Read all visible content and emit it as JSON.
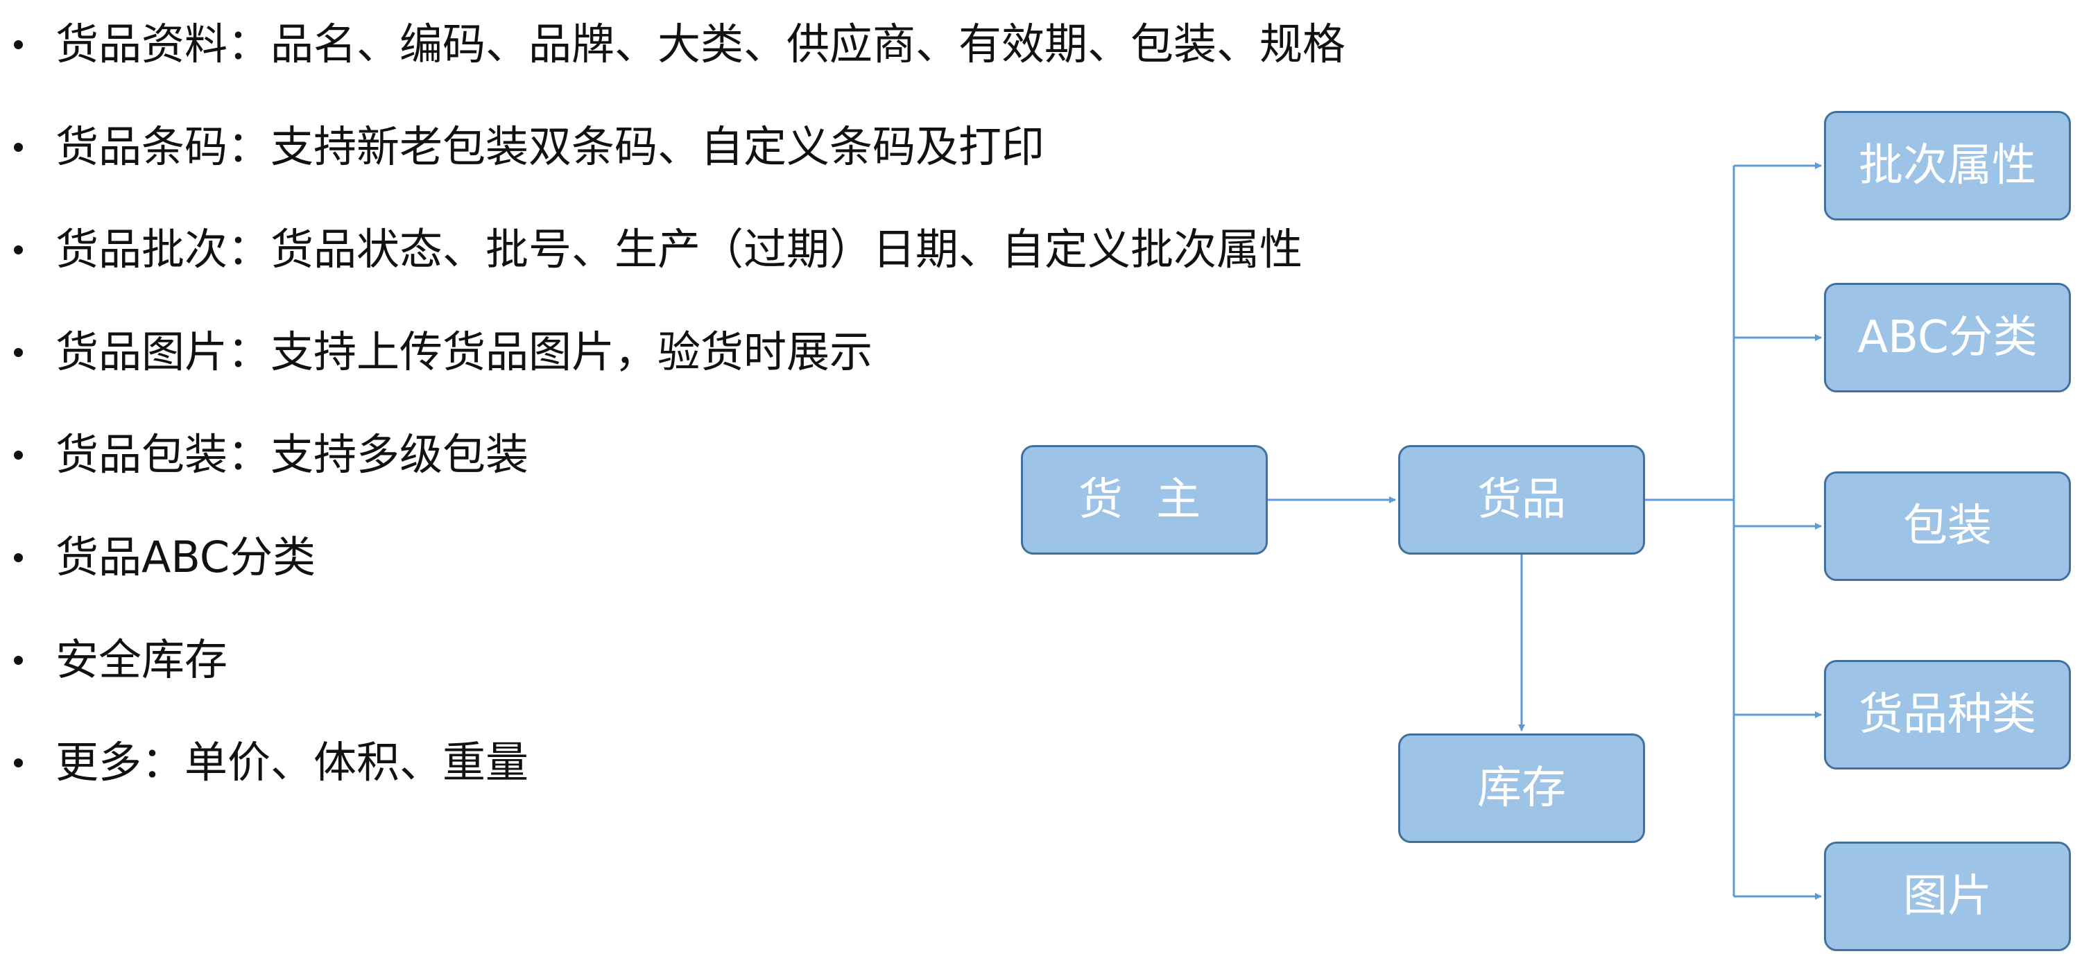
{
  "bullets": [
    "货品资料：品名、编码、品牌、大类、供应商、有效期、包装、规格",
    "货品条码：支持新老包装双条码、自定义条码及打印",
    "货品批次：货品状态、批号、生产（过期）日期、自定义批次属性",
    "货品图片：支持上传货品图片，验货时展示",
    "货品包装：支持多级包装",
    "货品ABC分类",
    "安全库存",
    "更多：单价、体积、重量"
  ],
  "diagram": {
    "owner": "货 主",
    "goods": "货品",
    "inventory": "库存",
    "branches": {
      "batch_attr": "批次属性",
      "abc": "ABC分类",
      "packaging": "包装",
      "goods_type": "货品种类",
      "image": "图片"
    }
  },
  "colors": {
    "node_fill": "#9dc3e6",
    "node_border": "#41719c",
    "connector": "#5b9bd5",
    "text": "#111111"
  }
}
